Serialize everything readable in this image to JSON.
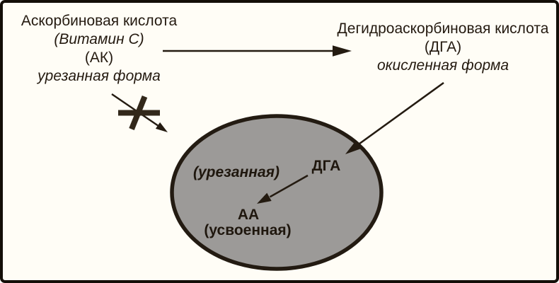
{
  "source": {
    "name": "Аскорбиновая кислота",
    "vitamin": "(Витамин С)",
    "abbr": "(АК)",
    "form": "урезанная форма"
  },
  "product": {
    "name": "Дегидроаскорбиновая кислота",
    "abbr": "(ДГА)",
    "form": "окисленная форма"
  },
  "cell": {
    "truncated": "(урезанная)",
    "dga": "ДГА",
    "aa": "АА",
    "absorbed": "(усвоенная)"
  },
  "shapes": {
    "oxidation_arrow": "right-arrow",
    "blocked_entry_arrow": "diagonal-arrow-with-cross-mark",
    "dga_entry_arrow": "diagonal-arrow-into-cell",
    "dga_to_aa_arrow": "diagonal-arrow-inside-cell",
    "cell_shape": "gray-ellipse"
  },
  "colors": {
    "background": "#fffdf6",
    "frame_border": "#140e08",
    "ink": "#241b11",
    "cross_ink": "#32281a",
    "ellipse_fill": "#9c9a98",
    "ellipse_stroke": "#231b12"
  }
}
